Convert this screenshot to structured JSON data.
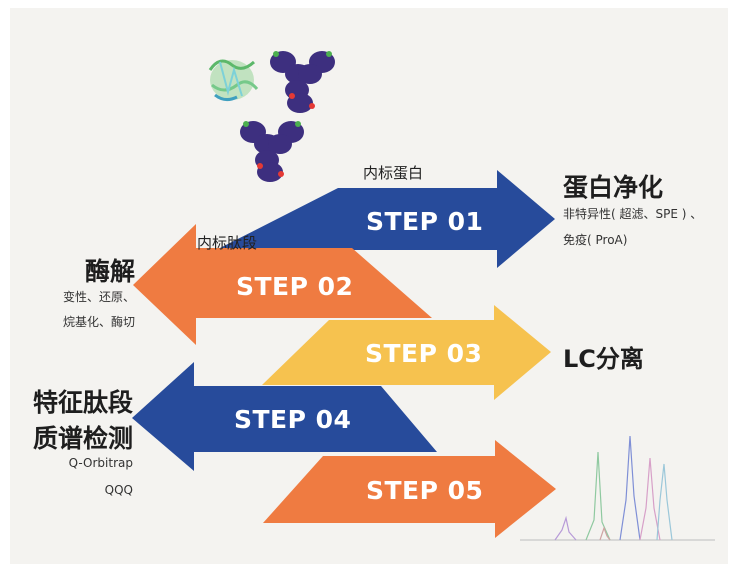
{
  "colors": {
    "step01": "#274b9b",
    "step02": "#ef7b41",
    "step03": "#f6c24f",
    "step04": "#274b9b",
    "step05": "#ef7b41",
    "background": "#f4f3f0"
  },
  "steps": [
    {
      "label": "STEP 01",
      "direction": "right"
    },
    {
      "label": "STEP 02",
      "direction": "left"
    },
    {
      "label": "STEP 03",
      "direction": "right"
    },
    {
      "label": "STEP 04",
      "direction": "left"
    },
    {
      "label": "STEP 05",
      "direction": "right"
    }
  ],
  "tags": {
    "internal_protein": "内标蛋白",
    "internal_peptide": "内标肽段"
  },
  "right_notes": {
    "purification_title": "蛋白净化",
    "purification_line1": "非特异性( 超滤、SPE ) 、",
    "purification_line2": "免疫( ProA)",
    "lc_title": "LC分离"
  },
  "left_notes": {
    "digestion_title": "酶解",
    "digestion_line1": "变性、还原、",
    "digestion_line2": "烷基化、酶切",
    "detection_title_line1": "特征肽段",
    "detection_title_line2": "质谱检测",
    "detection_line1": "Q-Orbitrap",
    "detection_line2": "QQQ"
  },
  "illustrations": {
    "protein_structure": "protein-ribbon-structure",
    "antibodies": "antibody-icon",
    "chromatogram": "chromatogram-peaks"
  }
}
